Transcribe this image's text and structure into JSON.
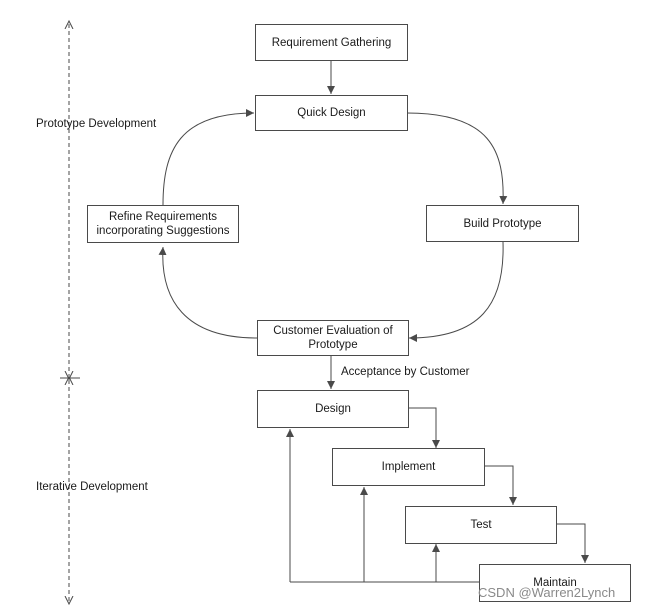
{
  "phases": {
    "prototype_label": "Prototype Development",
    "iterative_label": "Iterative Development"
  },
  "prototype_cycle": {
    "requirement_gathering": "Requirement Gathering",
    "quick_design": "Quick Design",
    "build_prototype": "Build Prototype",
    "customer_evaluation": "Customer Evaluation of Prototype",
    "refine_requirements": "Refine Requirements incorporating Suggestions"
  },
  "transition_label": "Acceptance by Customer",
  "iterative_steps": {
    "design": "Design",
    "implement": "Implement",
    "test": "Test",
    "maintain": "Maintain"
  },
  "watermark": "CSDN @Warren2Lynch"
}
